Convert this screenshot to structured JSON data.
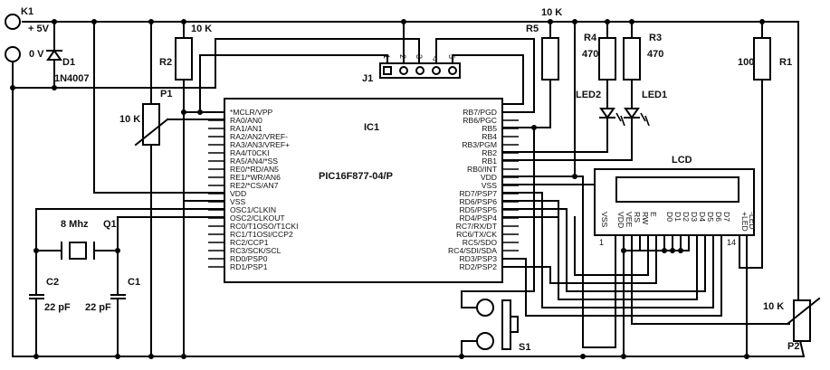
{
  "title": "PIC16F877 LCD circuit schematic",
  "power": {
    "connector": "K1",
    "plus_label": "+ 5V",
    "gnd_label": "0 V"
  },
  "diode": {
    "ref": "D1",
    "part": "1N4007"
  },
  "resistors": {
    "r1": {
      "ref": "R1",
      "value": "100"
    },
    "r2": {
      "ref": "R2",
      "value": "10 K"
    },
    "r3": {
      "ref": "R3",
      "value": "470"
    },
    "r4": {
      "ref": "R4",
      "value": "470"
    },
    "r5": {
      "ref": "R5",
      "value": "10 K"
    }
  },
  "pots": {
    "p1": {
      "ref": "P1",
      "value": "10 K"
    },
    "p2": {
      "ref": "P2",
      "value": "10 K"
    }
  },
  "leds": {
    "led1": "LED1",
    "led2": "LED2"
  },
  "crystal": {
    "ref": "Q1",
    "value": "8 Mhz"
  },
  "caps": {
    "c1": {
      "ref": "C1",
      "value": "22 pF"
    },
    "c2": {
      "ref": "C2",
      "value": "22 pF"
    }
  },
  "switch": {
    "ref": "S1"
  },
  "header": {
    "ref": "J1",
    "pins": [
      "1",
      "2",
      "3",
      "4",
      "5"
    ]
  },
  "ic": {
    "ref": "IC1",
    "part": "PIC16F877-04/P",
    "left_pins": [
      "*MCLR/VPP",
      "RA0/AN0",
      "RA1/AN1",
      "RA2/AN2/VREF-",
      "RA3/AN3/VREF+",
      "RA4/T0CKI",
      "RA5/AN4/*SS",
      "RE0/*RD/AN5",
      "RE1/*WR/AN6",
      "RE2/*CS/AN7",
      "VDD",
      "VSS",
      "OSC1/CLKIN",
      "OSC2/CLKOUT",
      "RC0/T1OSO/T1CKI",
      "RC1/T1OSI/CCP2",
      "RC2/CCP1",
      "RC3/SCK/SCL",
      "RD0/PSP0",
      "RD1/PSP1"
    ],
    "right_pins": [
      "RB7/PGD",
      "RB6/PGC",
      "RB5",
      "RB4",
      "RB3/PGM",
      "RB2",
      "RB1",
      "RB0/INT",
      "VDD",
      "VSS",
      "RD7/PSP7",
      "RD6/PSP6",
      "RD5/PSP5",
      "RD4/PSP4",
      "RC7/RX/DT",
      "RC6/TX/CK",
      "RC5/SDO",
      "RC4/SDI/SDA",
      "RD3/PSP3",
      "RD2/PSP2"
    ]
  },
  "lcd": {
    "ref": "LCD",
    "pins": [
      "VSS",
      "VDD",
      "VEE",
      "RS",
      "RW",
      "E",
      "D0",
      "D1",
      "D2",
      "D3",
      "D4",
      "D5",
      "D6",
      "D7",
      "+LED",
      "-LED"
    ],
    "first_pin": "1",
    "last_pin": "14"
  }
}
